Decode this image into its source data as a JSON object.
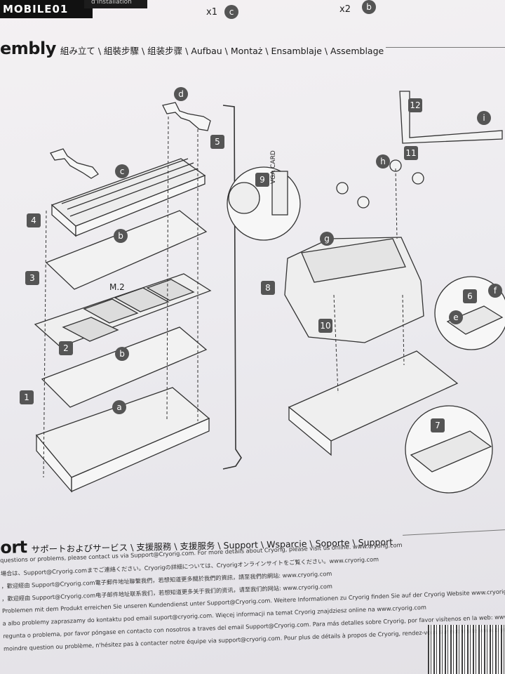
{
  "watermark": "MOBILE01",
  "top_strip": {
    "text": "d'installation"
  },
  "top_parts": [
    {
      "qty": "x1",
      "letter": "c"
    },
    {
      "qty": "x2",
      "letter": "b"
    }
  ],
  "assembly_heading": {
    "main": "embly",
    "langs": "組み立て \\ 組裝步驟 \\ 组装步骤 \\ Aufbau \\ Montaż \\ Ensamblaje \\ Assemblage"
  },
  "labels": {
    "m2": "M.2",
    "vga_card": "VGA CARD"
  },
  "steps": [
    "1",
    "2",
    "3",
    "4",
    "5",
    "6",
    "7",
    "8",
    "9",
    "10",
    "11",
    "12"
  ],
  "part_letters": [
    "a",
    "b",
    "b",
    "c",
    "d",
    "e",
    "f",
    "g",
    "h",
    "i"
  ],
  "support_heading": {
    "main": "ort",
    "langs": "サポートおよびサービス \\ 支援服務 \\ 支援服务 \\ Support \\ Wsparcie \\ Soporte \\ Support"
  },
  "support_lines": [
    "questions or problems, please contact us via Support@Cryorig.com. For more details about Cryorig, please visit us online. www.cryorig.com",
    "場合は、Support@Cryorig.comまでご連絡ください。Cryorigの詳細については、Cryorigオンラインサイトをご覧ください。www.cryorig.com",
    "，歡迎經由 Support@Cryorig.com電子郵件地址聯繫我們，若想知道更多關於我們的資訊，請至我們的網站: www.cryorig.com",
    "，歡迎經由 Support@Cryorig.com电子邮件地址联系我们，若想知道更多关于我们的资讯，请至我们的网站: www.cryorig.com",
    "Problemen mit dem Produkt erreichen Sie unseren Kundendienst unter Support@Cryorig.com. Weitere Informationen zu Cryorig finden Sie auf der Cryorig Website www.cryorig.com",
    "a albo problemy zapraszamy do kontaktu pod email suport@cryorig.com. Więcej informacji na temat Cryorig znajdziesz online na www.cryorig.com",
    "regunta o problema, por favor póngase en contacto con nosotros a traves del email Support@Cryorig.com. Para más detalles sobre Cryorig, por favor visítenos en la web: www.cryorig.com",
    "moindre question ou problème, n'hésitez pas à contacter notre équipe via support@cryorig.com. Pour plus de détails à propos de Cryorig, rendez-vous sur notre site www.cryorig.com"
  ]
}
